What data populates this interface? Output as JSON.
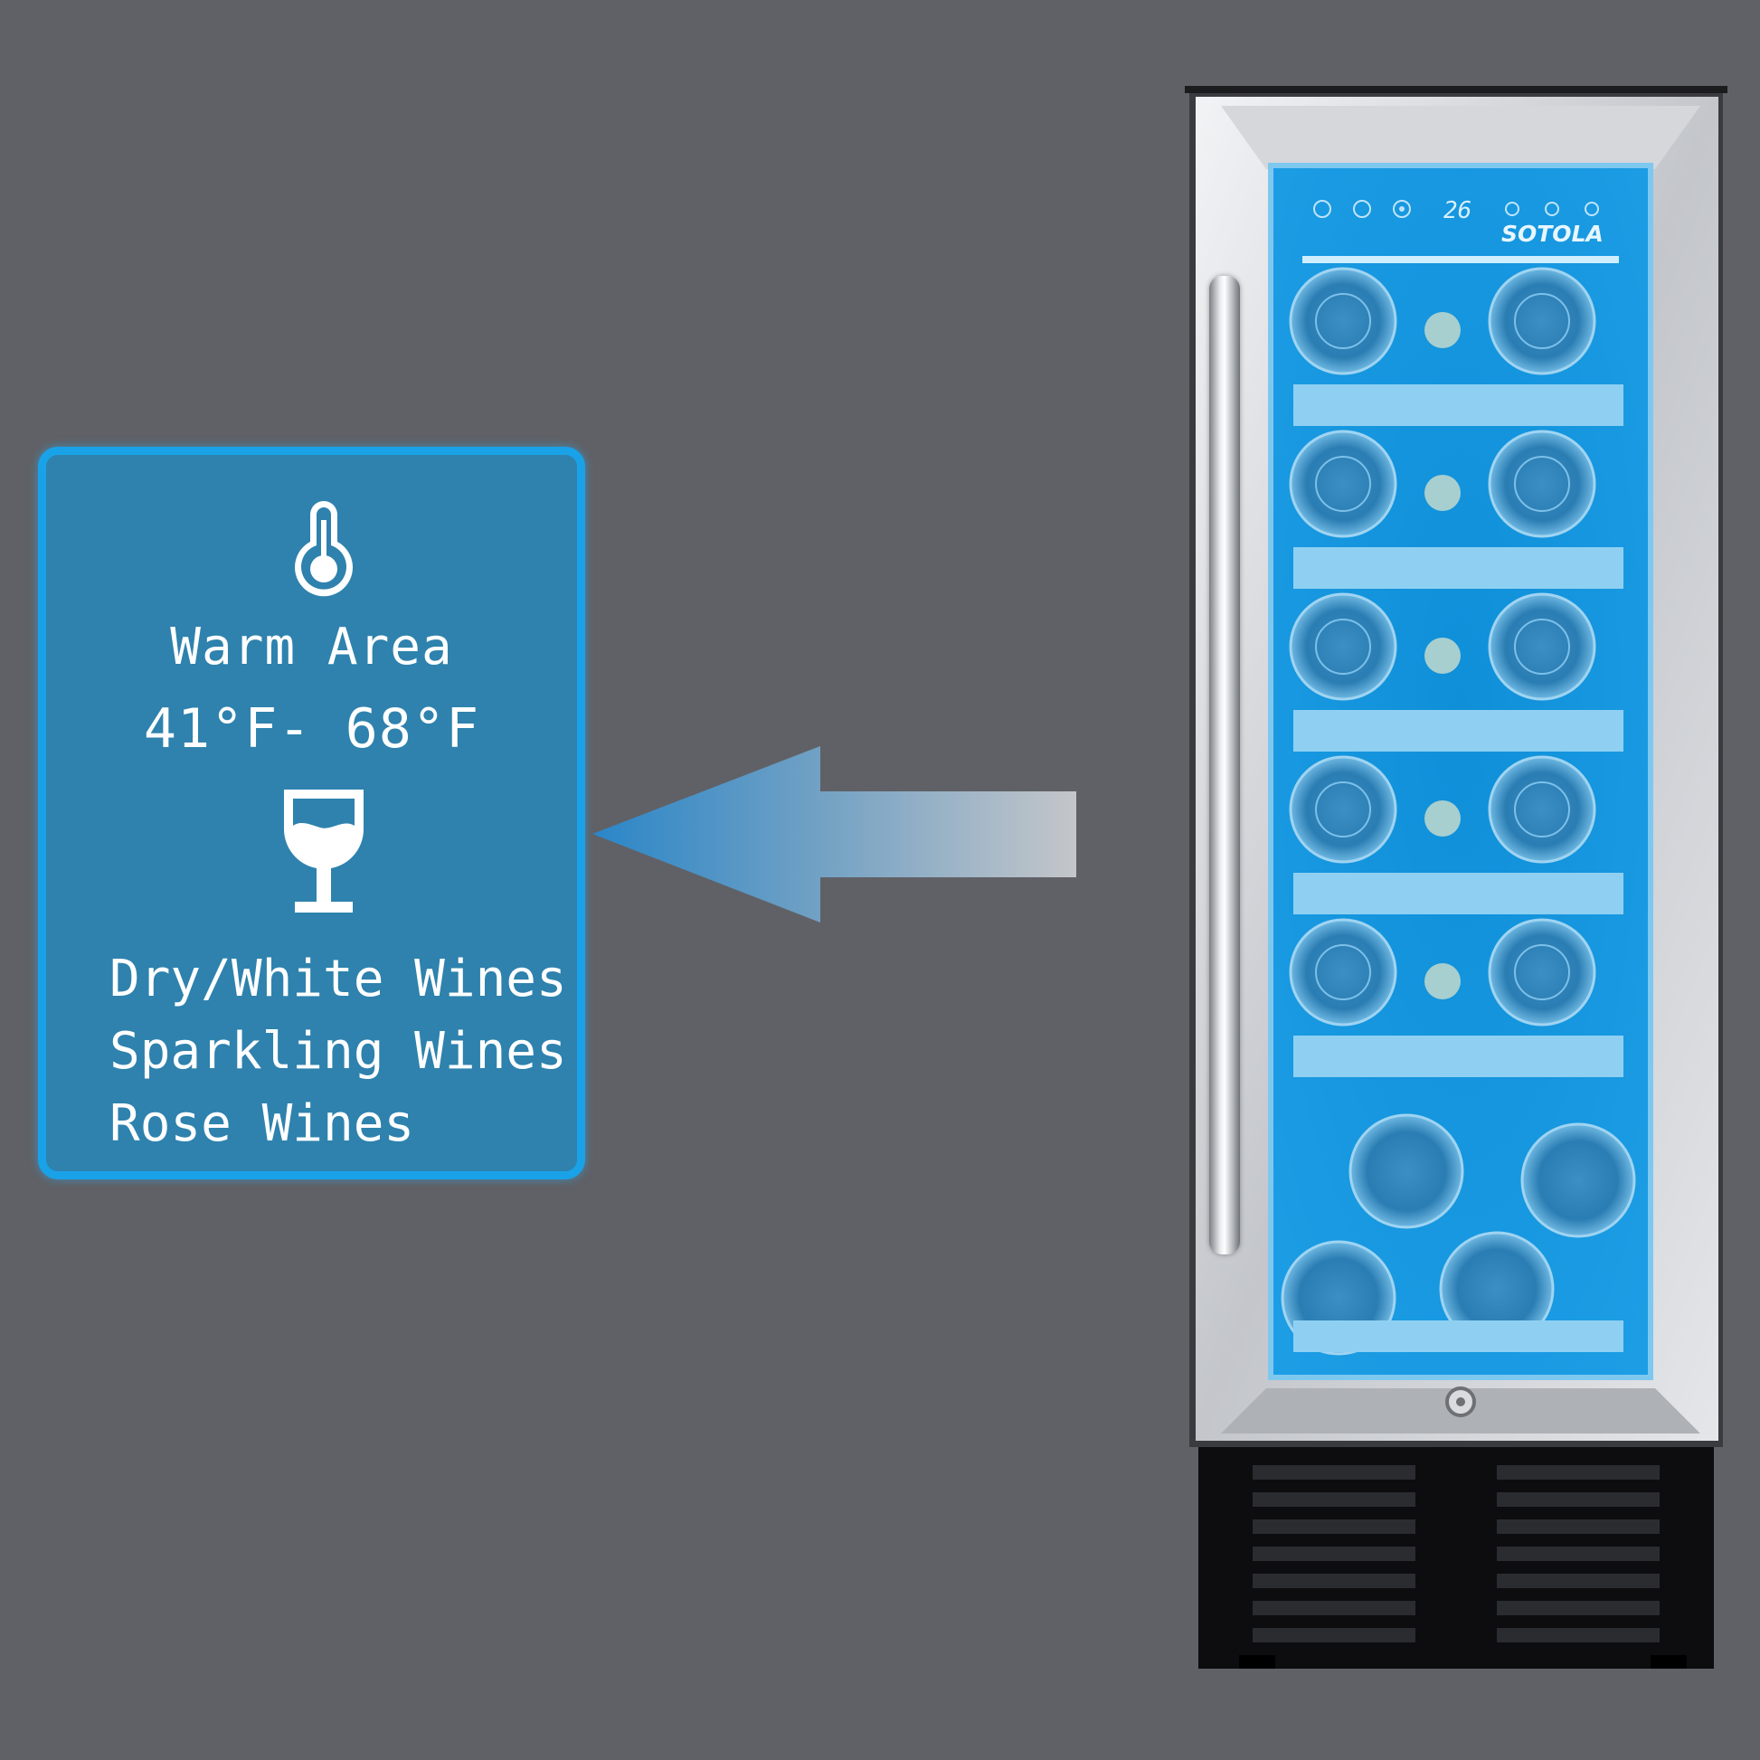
{
  "info_card": {
    "zone_name": "Warm Area",
    "temperature_range": "41°F- 68°F",
    "wine_types": [
      "Dry/White Wines",
      "Sparkling Wines",
      "Rose Wines"
    ],
    "icons": [
      "thermometer-icon",
      "wine-glass-icon"
    ],
    "background_color": "#2e82ad",
    "border_color": "#1aa2e8"
  },
  "fridge": {
    "brand": "SOTOLA",
    "display_temperature": "26",
    "interior_glow_color": "#1e9fe6"
  }
}
